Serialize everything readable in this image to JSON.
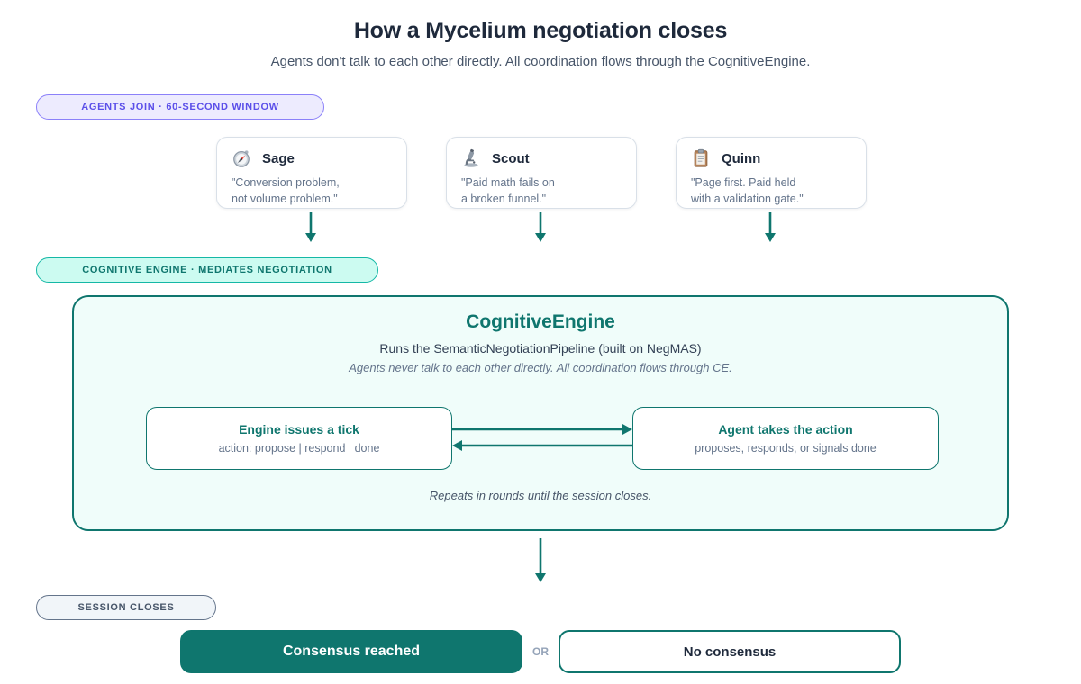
{
  "page": {
    "title": "How a Mycelium negotiation closes",
    "subtitle": "Agents don't talk to each other directly. All coordination flows through the CognitiveEngine."
  },
  "stages": {
    "agents_join": {
      "label": "AGENTS JOIN · 60-SECOND WINDOW"
    },
    "cognitive_engine": {
      "label": "COGNITIVE ENGINE · MEDIATES NEGOTIATION"
    },
    "session_closes": {
      "label": "SESSION CLOSES"
    }
  },
  "agents": [
    {
      "name": "Sage",
      "icon": "compass-icon",
      "quote": [
        "\"Conversion problem,",
        "not volume problem.\""
      ]
    },
    {
      "name": "Scout",
      "icon": "microscope-icon",
      "quote": [
        "\"Paid math fails on",
        "a broken funnel.\""
      ]
    },
    {
      "name": "Quinn",
      "icon": "clipboard-icon",
      "quote": [
        "\"Page first. Paid held",
        "with a validation gate.\""
      ]
    }
  ],
  "engine": {
    "title": "CognitiveEngine",
    "subtitle": "Runs the SemanticNegotiationPipeline (built on NegMAS)",
    "note": "Agents never talk to each other directly. All coordination flows through CE.",
    "tick_box": {
      "title": "Engine issues a tick",
      "detail": "action: propose | respond | done"
    },
    "action_box": {
      "title": "Agent takes the action",
      "detail": "proposes, responds, or signals done"
    },
    "loop_note": "Repeats in rounds until the session closes."
  },
  "outcomes": {
    "consensus": "Consensus reached",
    "or_label": "OR",
    "no_consensus": "No consensus"
  },
  "colors": {
    "teal": "#0f766e",
    "teal_light_bg": "#f0fdfa",
    "teal_pill_bg": "#ccfbf1",
    "purple": "#5b4fe9",
    "purple_pill_bg": "#edebfe",
    "purple_border": "#8b80f9",
    "slate_text": "#475569",
    "dark_text": "#1e293b",
    "muted_text": "#64748b",
    "gray_pill_bg": "#f1f5f9",
    "consensus_fill": "#0f766e"
  }
}
